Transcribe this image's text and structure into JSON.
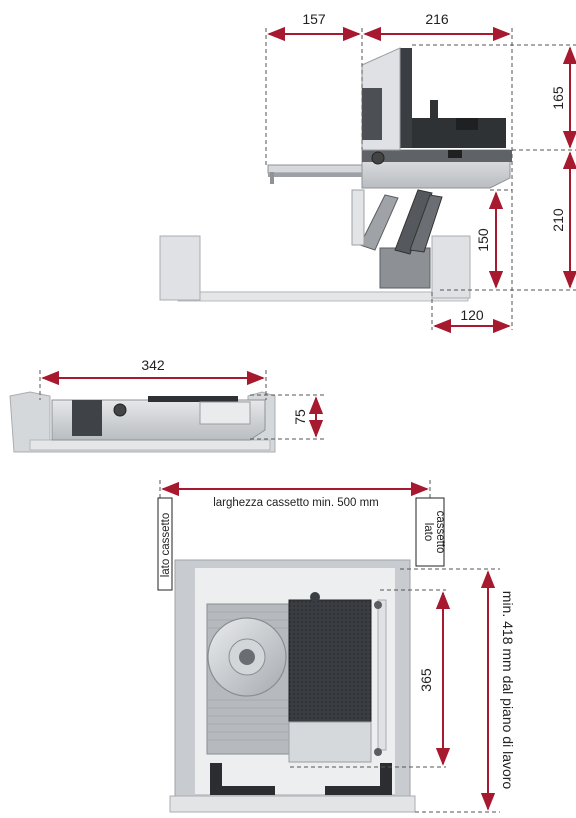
{
  "colors": {
    "dimension": "#a6192e",
    "frame": "#bfc3c8",
    "metal": "#cdd0d4",
    "dark": "#3a3d41"
  },
  "top_view": {
    "width_left": "157",
    "width_right": "216",
    "height_top": "165",
    "height_bottom": "210",
    "arm_height": "150",
    "base_depth": "120"
  },
  "side_view": {
    "length": "342",
    "height": "75"
  },
  "plan_view": {
    "drawer_width": "larghezza cassetto min. 500 mm",
    "drawer_side_left": "lato cassetto",
    "drawer_side_right_line1": "lato",
    "drawer_side_right_line2": "cassetto",
    "depth": "365",
    "worktop_distance": "min. 418 mm dal piano di lavoro"
  }
}
